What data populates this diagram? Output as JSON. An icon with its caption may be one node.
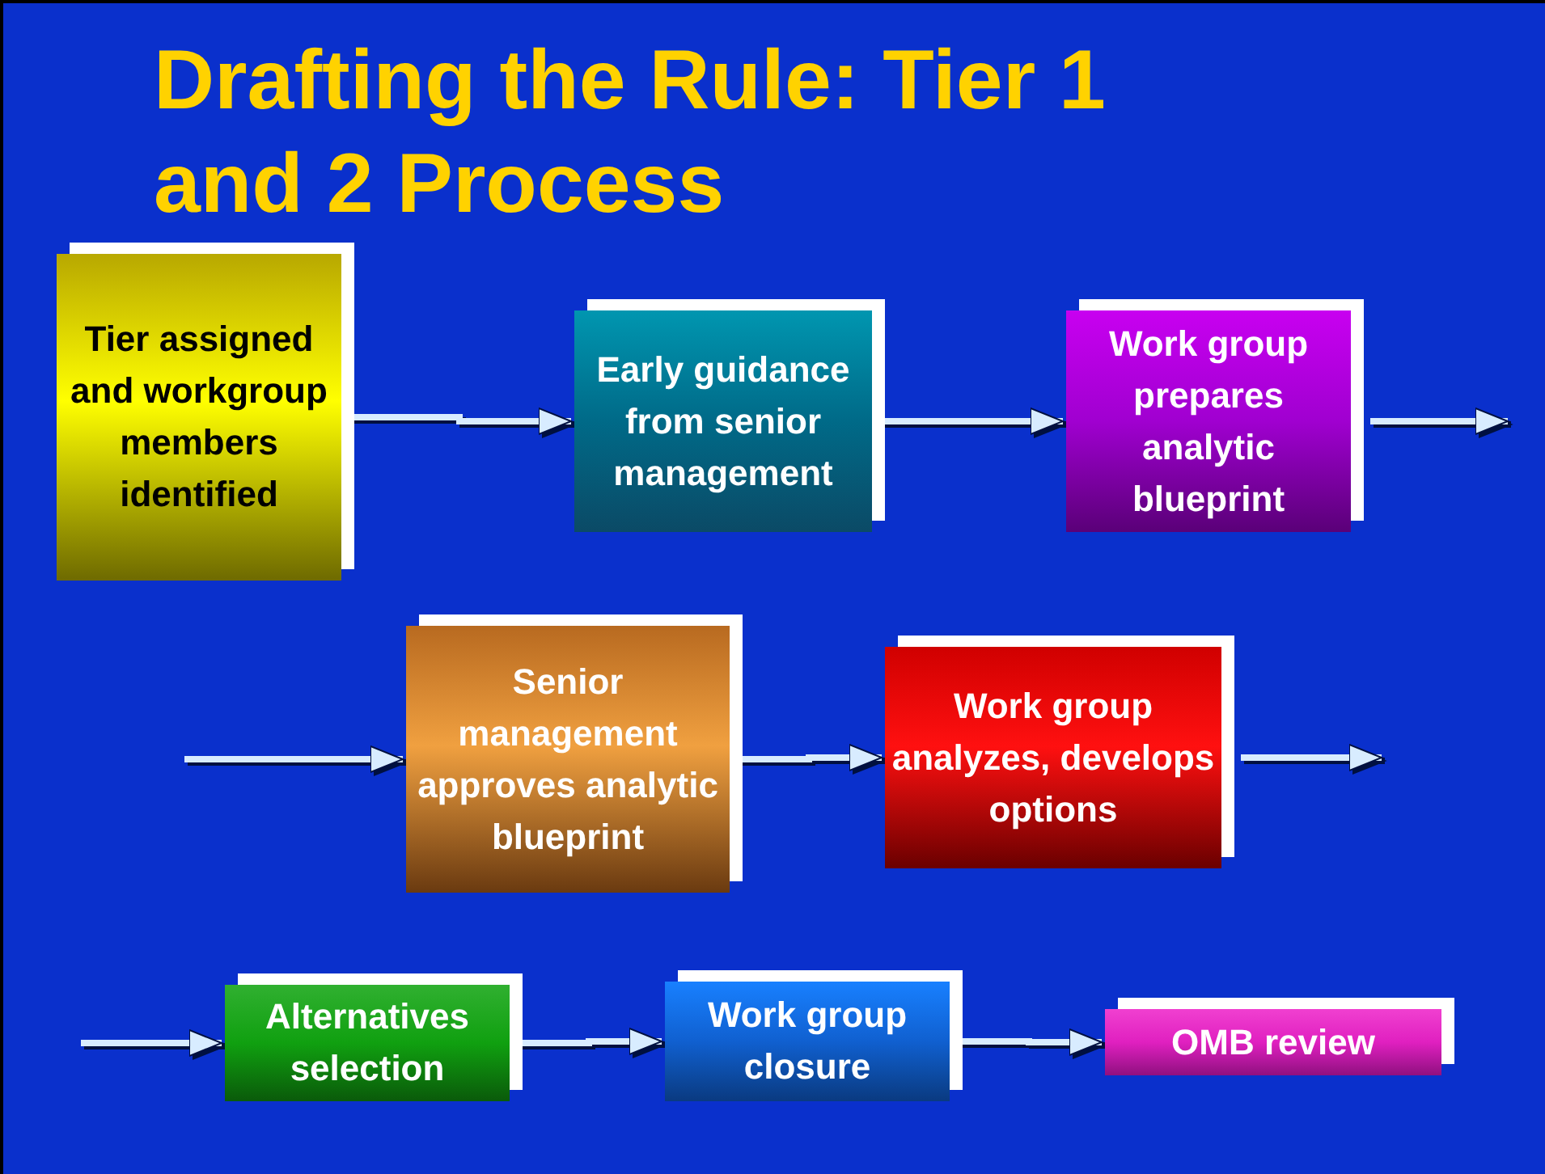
{
  "diagram": {
    "title": "Drafting the Rule: Tier 1 and 2 Process",
    "nodes": [
      {
        "text": [
          "Tier assigned and workgroup members identified"
        ]
      },
      {
        "text": [
          "Early guidance from senior management"
        ]
      },
      {
        "text": [
          "Work group prepares analytic blueprint"
        ]
      },
      {
        "text": [
          "Senior management approves analytic blueprint"
        ]
      },
      {
        "text": [
          "Work group analyzes, develops options"
        ]
      },
      {
        "text": [
          "Alternatives selection"
        ]
      },
      {
        "text": [
          "Work group closure"
        ]
      },
      {
        "text": [
          "OMB review"
        ]
      }
    ],
    "edges": [
      {
        "from": 0,
        "to": 1,
        "arrow": "to"
      },
      {
        "from": 1,
        "to": 2,
        "arrow": "to"
      },
      {
        "from": 2,
        "to": null,
        "arrow": "to"
      },
      {
        "from": null,
        "to": 3,
        "arrow": "to"
      },
      {
        "from": 3,
        "to": 4,
        "arrow": "to"
      },
      {
        "from": 4,
        "to": null,
        "arrow": "to"
      },
      {
        "from": null,
        "to": 5,
        "arrow": "to"
      },
      {
        "from": 5,
        "to": 6,
        "arrow": "to"
      },
      {
        "from": 6,
        "to": 7,
        "arrow": "to"
      }
    ]
  }
}
